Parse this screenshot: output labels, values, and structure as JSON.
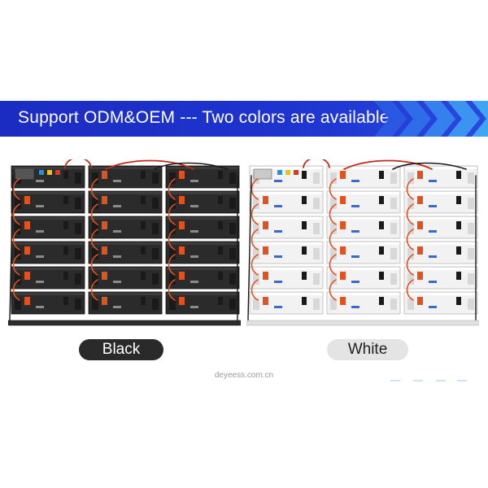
{
  "banner": {
    "text": "Support ODM&OEM --- Two colors are available",
    "background_color": "#1e34d0",
    "chevron_color": "#3a8ef0"
  },
  "variants": [
    {
      "label": "Black",
      "cabinet_color": "#2b2b2b",
      "pill_color": "#2a2a2a"
    },
    {
      "label": "White",
      "cabinet_color": "#f2f2f2",
      "pill_color": "#e4e4e4"
    }
  ],
  "footer": {
    "site": "deyeess.com.cn"
  },
  "cable_colors": {
    "positive": "#e0531f",
    "negative": "#1a1a1a",
    "link": "#c22b1a"
  }
}
